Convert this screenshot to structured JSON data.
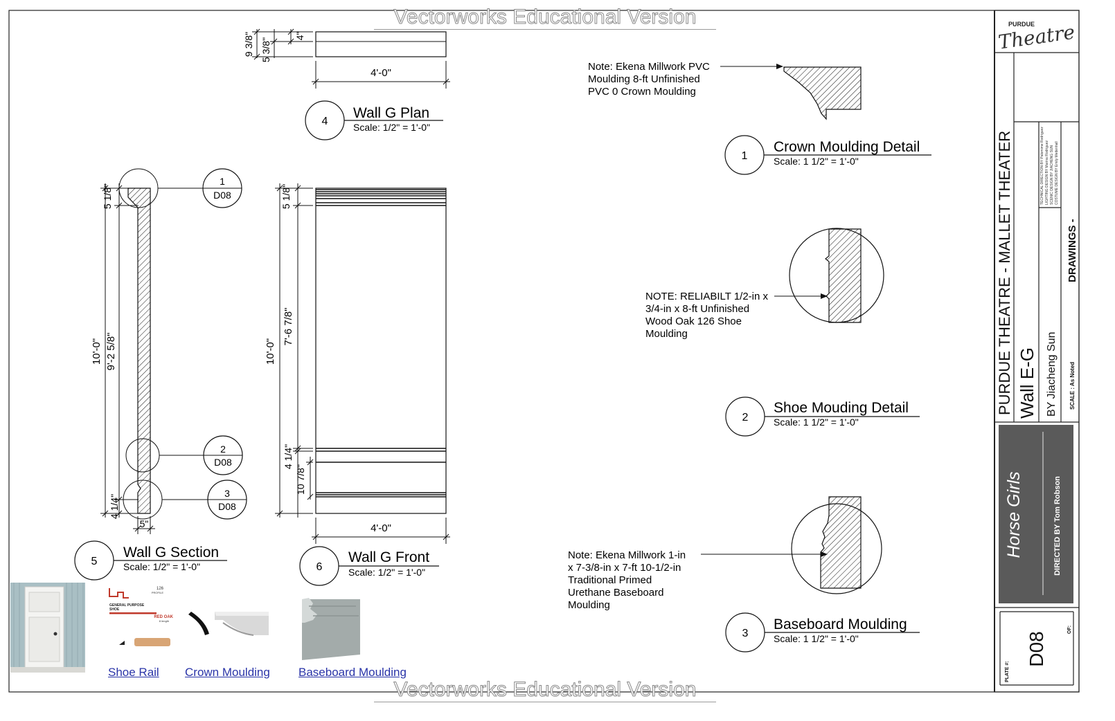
{
  "watermark": "Vectorworks Educational Version",
  "views": {
    "plan": {
      "num": "4",
      "title": "Wall G Plan",
      "scale": "Scale: 1/2\" = 1'-0\"",
      "dims": {
        "total_depth": "9 3/8\"",
        "top": "4\"",
        "bottom": "5 3/8\"",
        "width": "4'-0\""
      }
    },
    "section": {
      "num": "5",
      "title": "Wall G Section",
      "scale": "Scale: 1/2\" = 1'-0\"",
      "dims": {
        "top": "5 1/8\"",
        "height": "10'-0\"",
        "mid": "9'-2 5/8\"",
        "bottom": "4 1/4\"",
        "width": "5\""
      },
      "callouts": [
        {
          "num": "1",
          "sheet": "D08"
        },
        {
          "num": "2",
          "sheet": "D08"
        },
        {
          "num": "3",
          "sheet": "D08"
        }
      ]
    },
    "front": {
      "num": "6",
      "title": "Wall G Front",
      "scale": "Scale: 1/2\" = 1'-0\"",
      "dims": {
        "top": "5 1/8\"",
        "height": "10'-0\"",
        "mid": "7'-6 7/8\"",
        "low1": "4 1/4\"",
        "low2": "10 7/8\"",
        "width": "4'-0\""
      }
    }
  },
  "details": [
    {
      "num": "1",
      "title": "Crown Moulding Detail",
      "scale": "Scale: 1 1/2\" = 1'-0\"",
      "note": [
        "Note: Ekena Millwork PVC",
        "Moulding 8-ft Unfinished",
        "PVC 0 Crown Moulding"
      ]
    },
    {
      "num": "2",
      "title": "Shoe Mouding Detail",
      "scale": "Scale: 1 1/2\" = 1'-0\"",
      "note": [
        "NOTE: RELIABILT 1/2-in x",
        "3/4-in x 8-ft Unfinished",
        "Wood Oak 126 Shoe",
        "Moulding"
      ]
    },
    {
      "num": "3",
      "title": "Baseboard Moulding",
      "scale": "Scale: 1 1/2\" = 1'-0\"",
      "note": [
        "Note: Ekena Millwork 1-in",
        "x 7-3/8-in x 7-ft 10-1/2-in",
        "Traditional Primed",
        "Urethane Baseboard",
        "Moulding"
      ]
    }
  ],
  "product_links": {
    "shoe": "Shoe Rail",
    "crown": "Crown Moulding",
    "baseboard": "Baseboard Moulding"
  },
  "product_label": {
    "brand": "GENERAL PURPOSE",
    "kind": "SHOE",
    "wood": "RED OAK",
    "length": "8 length",
    "code": "126",
    "profile": "PROFILE"
  },
  "title_block": {
    "logo_top": "PURDUE",
    "logo_script": "Theatre",
    "venue": "PURDUE THEATRE - MALLET THEATER",
    "sheet_title": "Wall E-G",
    "by": "BY   Jiacheng Sun",
    "drawings": "DRAWINGS -",
    "scale": "SCALE : As Noted",
    "credits": [
      "TECHNICAL DIRECTION BY   Palomime Rodriguez",
      "LIGHTING DESIGN BY   Marina Rodriguez",
      "SCENIC DESIGN BY   JIACHENG SUN",
      "COSTUME DESIGN BY   Emily Medenhall"
    ],
    "show": "Horse Girls",
    "directed": "DIRECTED BY   Tom Robson",
    "plate_label": "PLATE #:",
    "plate": "D08",
    "of_label": "OF:"
  },
  "colors": {
    "line": "#111111",
    "title_block_dark": "#5a5a5a",
    "link": "#2a34a8",
    "watermark_stroke": "#8a8a8a"
  }
}
